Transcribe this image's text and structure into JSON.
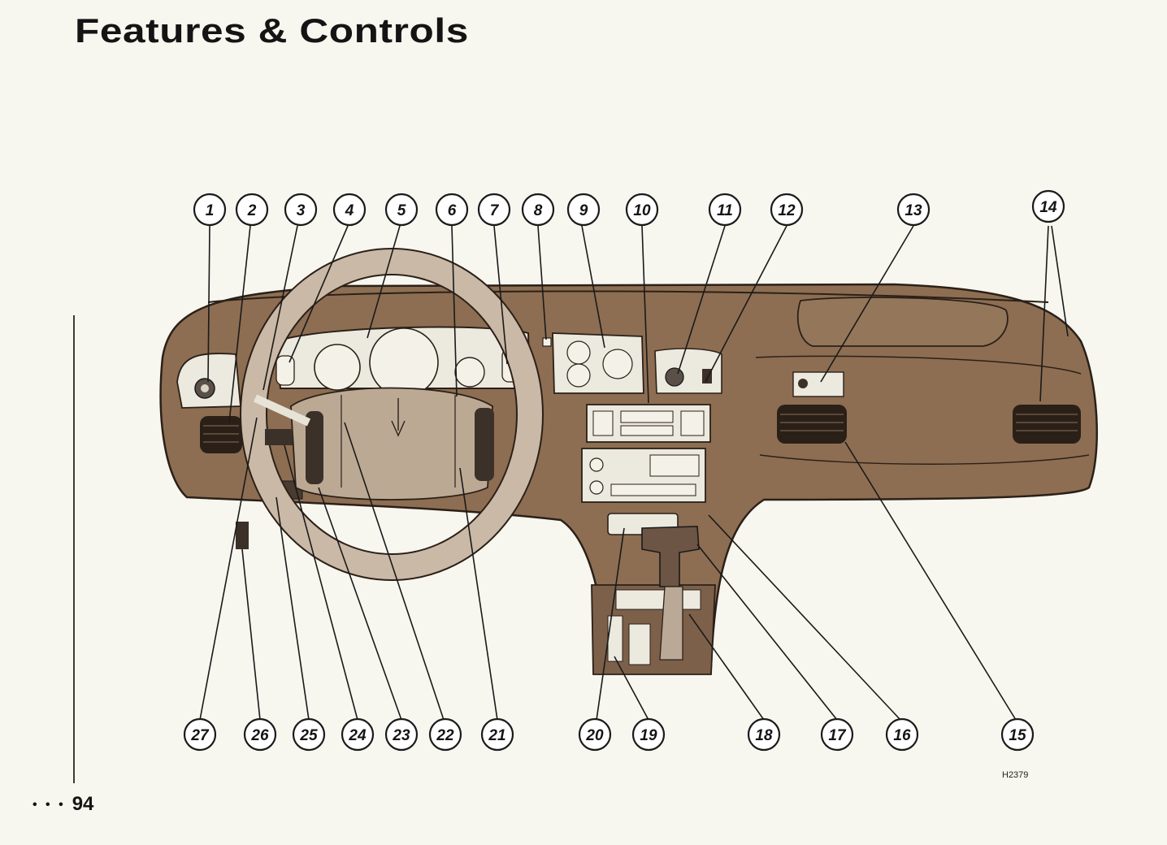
{
  "page": {
    "title": "Features & Controls",
    "page_number": "94",
    "page_marker": "• • •",
    "figure_code": "H2379"
  },
  "colors": {
    "dash": "#8d6e52",
    "dash_dark": "#6f533c",
    "wheel": "#c9b9a6",
    "gauge": "#ece9df",
    "vent": "#2b2018",
    "text": "#141414"
  },
  "callouts": [
    "1",
    "2",
    "3",
    "4",
    "5",
    "6",
    "7",
    "8",
    "9",
    "10",
    "11",
    "12",
    "13",
    "14",
    "15",
    "16",
    "17",
    "18",
    "19",
    "20",
    "21",
    "22",
    "23",
    "24",
    "25",
    "26",
    "27"
  ],
  "icons": [
    "instrument-panel-illustration",
    "steering-wheel-icon",
    "gear-shift-icon",
    "air-vent-icon"
  ]
}
